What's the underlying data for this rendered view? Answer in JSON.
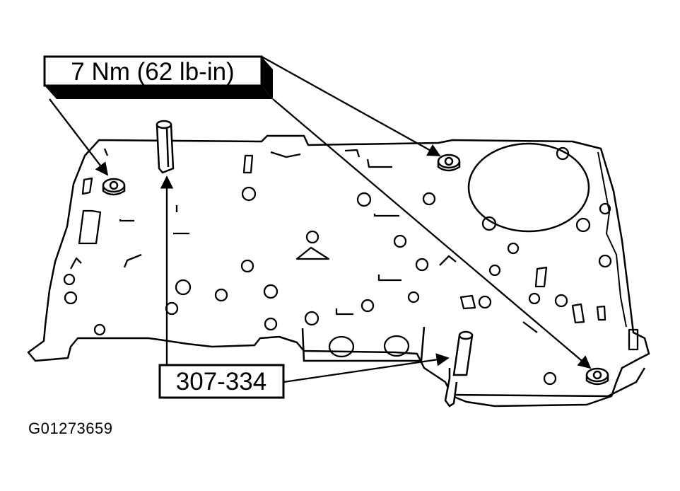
{
  "diagram": {
    "torque_label": "7 Nm (62 lb-in)",
    "tool_label": "307-334",
    "figure_id": "G01273659"
  },
  "colors": {
    "ink": "#000000",
    "paper": "#ffffff"
  }
}
